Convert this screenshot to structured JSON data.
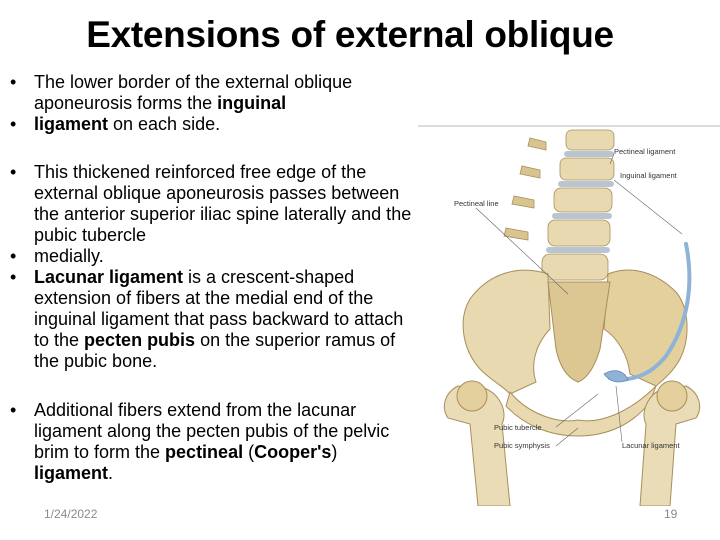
{
  "slide": {
    "title": "Extensions of external oblique",
    "bullets": [
      [
        {
          "t": "The lower border of the external oblique aponeurosis forms the "
        },
        {
          "t": "inguinal",
          "b": true
        }
      ],
      [
        {
          "t": "ligament",
          "b": true
        },
        {
          "t": " on each side."
        }
      ],
      [
        {
          "t": "This thickened reinforced free edge of the external oblique aponeurosis passes between the anterior superior iliac spine laterally and the pubic tubercle"
        }
      ],
      [
        {
          "t": "medially."
        }
      ],
      [
        {
          "t": "Lacunar ligament",
          "b": true
        },
        {
          "t": " is a crescent-shaped extension of fibers at the medial end of the inguinal ligament that pass backward to attach to the "
        },
        {
          "t": "pecten pubis",
          "b": true
        },
        {
          "t": " on the superior ramus of the pubic bone."
        }
      ],
      [
        {
          "t": "Additional fibers extend from the lacunar ligament along the pecten pubis of the pelvic brim to form the "
        },
        {
          "t": "pectineal",
          "b": true
        },
        {
          "t": " ("
        },
        {
          "t": "Cooper's",
          "b": true
        },
        {
          "t": ") "
        },
        {
          "t": "ligament",
          "b": true
        },
        {
          "t": "."
        }
      ]
    ],
    "bullet_symbol": "•",
    "footer": {
      "date": "1/24/2022",
      "page": "19"
    }
  },
  "figure": {
    "labels": {
      "pectineal_ligament": "Pectineal ligament",
      "inguinal_ligament": "Inguinal ligament",
      "pectineal_line": "Pectineal line",
      "pubic_tubercle": "Pubic tubercle",
      "pubic_symphysis": "Pubic symphysis",
      "lacunar_ligament": "Lacunar ligament"
    },
    "colors": {
      "bone": "#e9d9b0",
      "bone_shade": "#c9b27c",
      "disc": "#b9c6d1",
      "ligament": "#8fb3d6"
    }
  }
}
